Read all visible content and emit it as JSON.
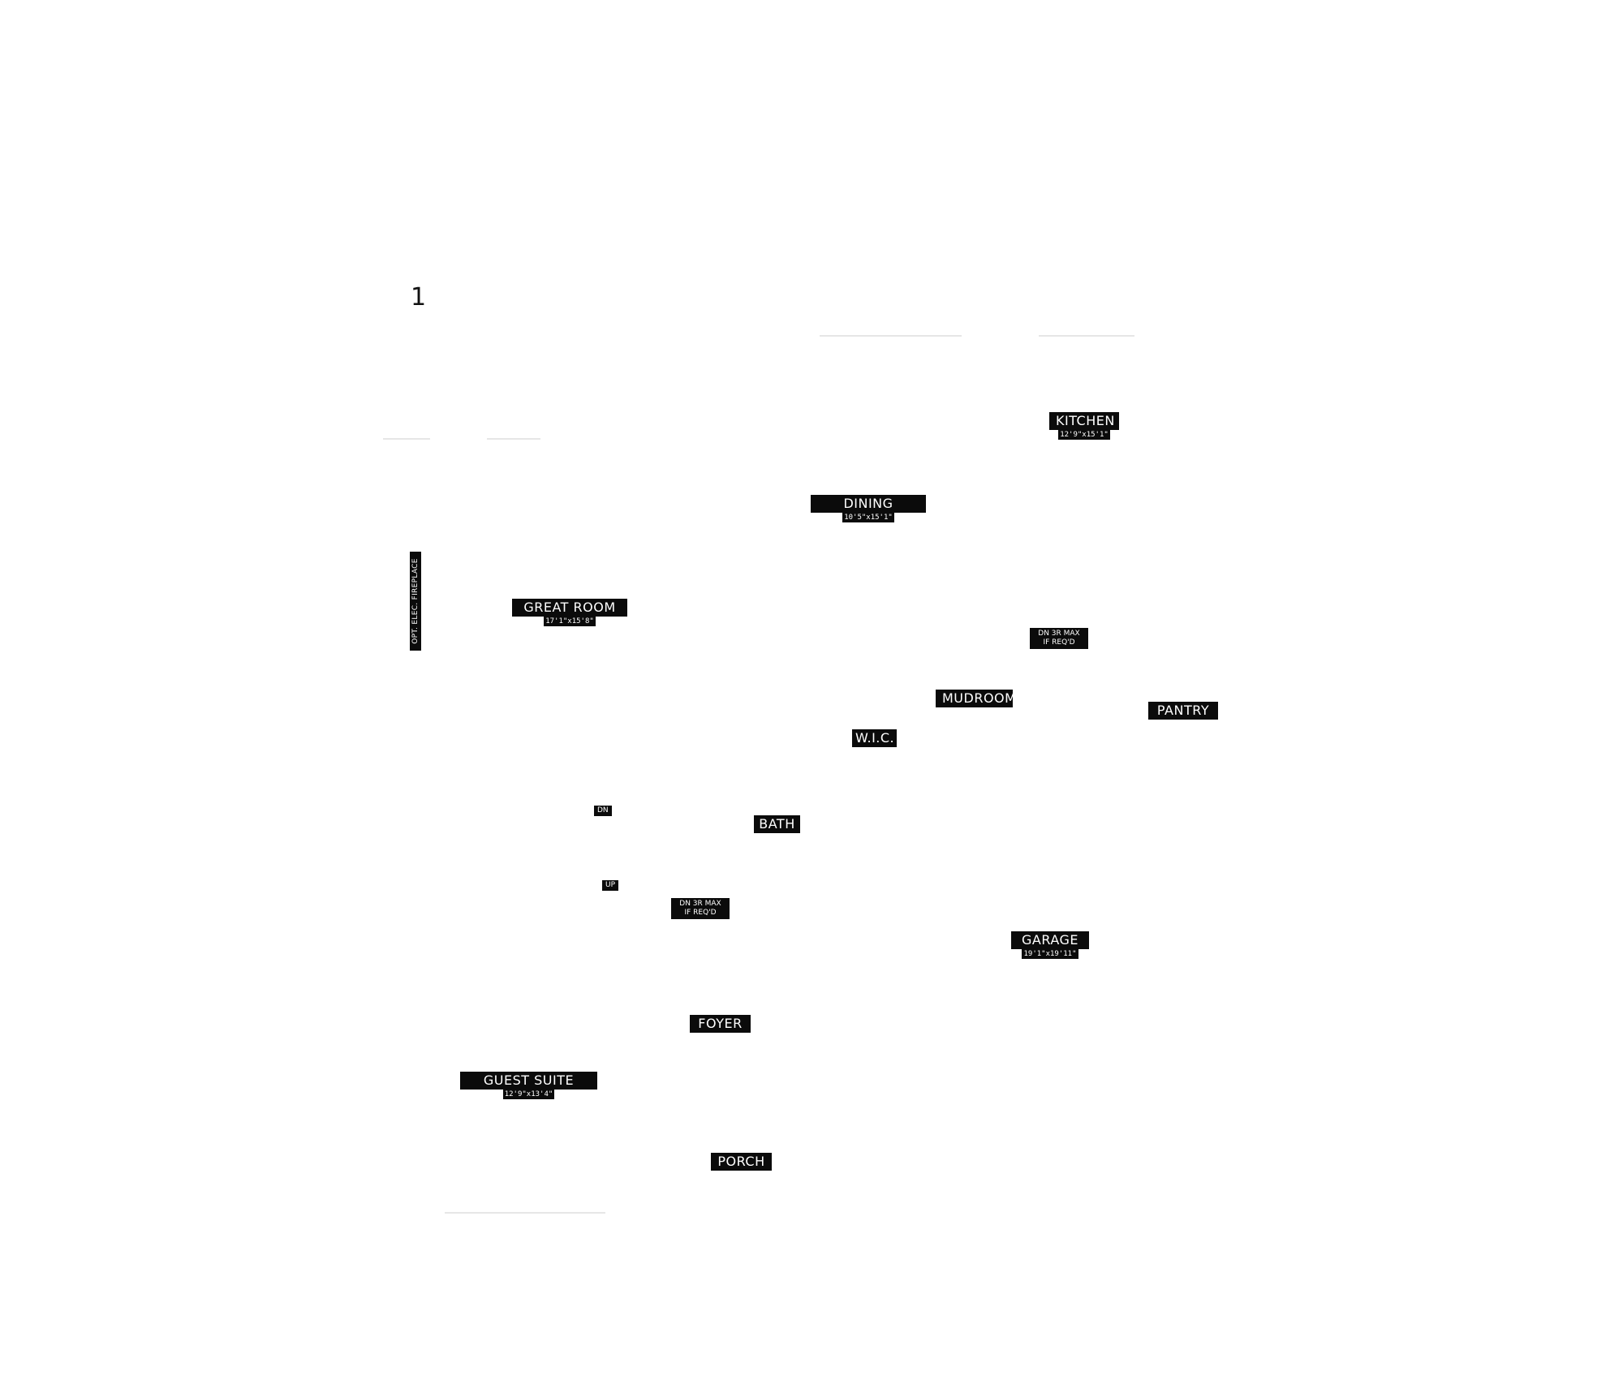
{
  "floor_label": "1",
  "rooms": {
    "kitchen": {
      "name": "KITCHEN",
      "dims": "12'9\"x15'1\""
    },
    "dining": {
      "name": "DINING",
      "dims": "10'5\"x15'1\""
    },
    "great_room": {
      "name": "GREAT ROOM",
      "dims": "17'1\"x15'8\""
    },
    "mudroom": {
      "name": "MUDROOM"
    },
    "pantry": {
      "name": "PANTRY"
    },
    "wic": {
      "name": "W.I.C."
    },
    "bath": {
      "name": "BATH"
    },
    "garage": {
      "name": "GARAGE",
      "dims": "19'1\"x19'11\""
    },
    "foyer": {
      "name": "FOYER"
    },
    "guest_suite": {
      "name": "GUEST SUITE",
      "dims": "12'9\"x13'4\""
    },
    "porch": {
      "name": "PORCH"
    }
  },
  "notes": {
    "fireplace": "OPT. ELEC. FIREPLACE",
    "stair_dn": "DN",
    "stair_up": "UP",
    "step_note_1": {
      "line1": "DN 3R MAX",
      "line2": "IF REQ'D"
    },
    "step_note_2": {
      "line1": "DN 3R MAX",
      "line2": "IF REQ'D"
    }
  }
}
